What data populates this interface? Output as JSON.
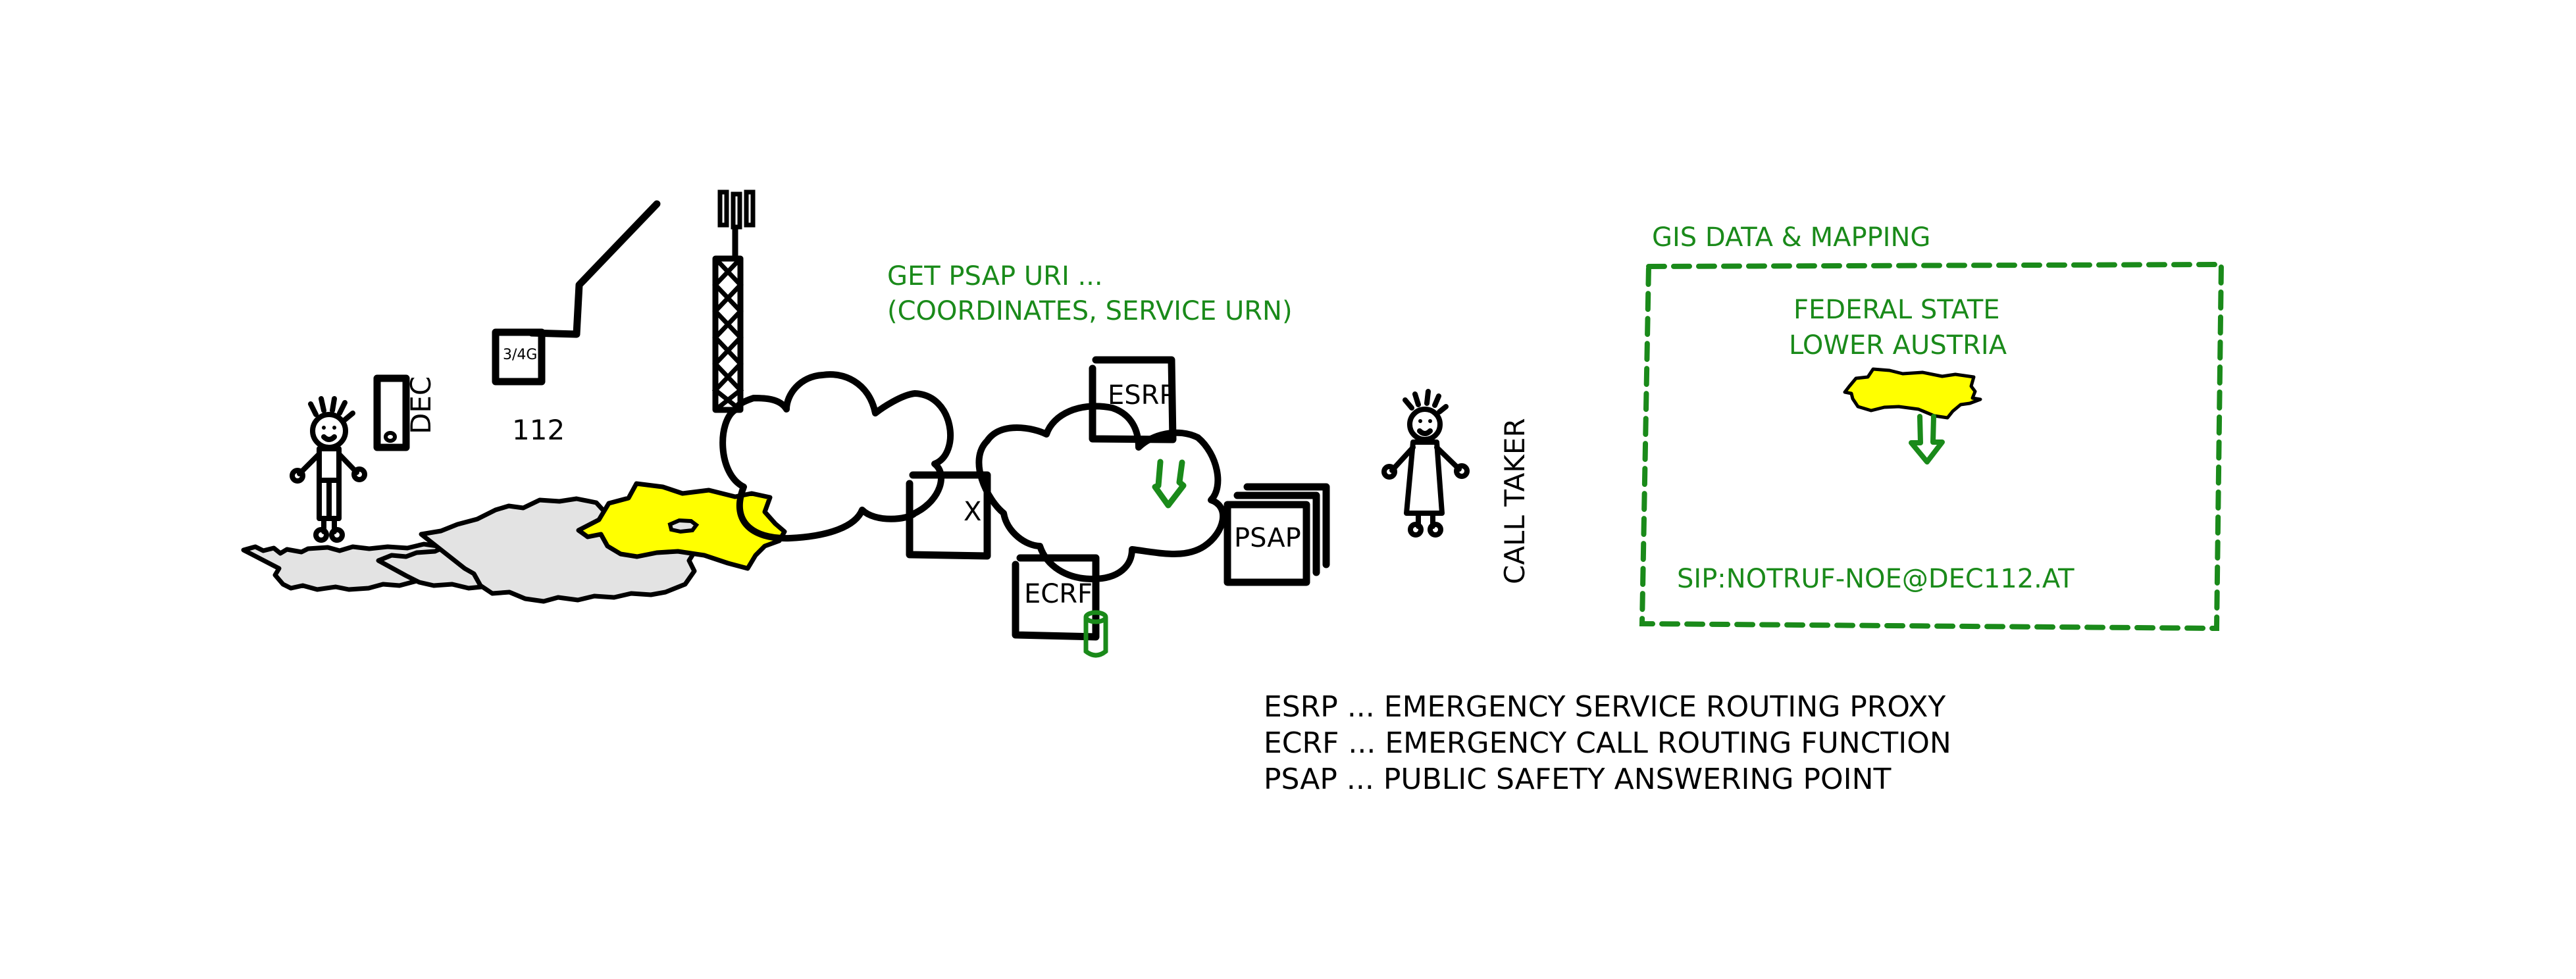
{
  "colors": {
    "ink": "#000000",
    "accent_green": "#1a8a1a",
    "highlight_yellow": "#ffff00",
    "map_gray": "#e3e3e3",
    "background": "#ffffff"
  },
  "caller": {
    "network_label": "DEC",
    "dial_number": "112",
    "radio_tech": "3/4G"
  },
  "query": {
    "line1": "GET PSAP URI ...",
    "line2": "(COORDINATES, SERVICE URN)"
  },
  "nodes": {
    "router_x": "X",
    "esrp": "ESRP",
    "psap": "PSAP",
    "ecrf": "ECRF"
  },
  "call_taker": {
    "label": "CALL TAKER"
  },
  "gis": {
    "title": "GIS DATA & MAPPING",
    "region_line1": "FEDERAL STATE",
    "region_line2": "LOWER AUSTRIA",
    "result_uri": "SIP:NOTRUF-NOE@DEC112.AT"
  },
  "legend": [
    {
      "abbr": "ESRP",
      "text": "ESRP ... EMERGENCY SERVICE ROUTING PROXY"
    },
    {
      "abbr": "ECRF",
      "text": "ECRF ... EMERGENCY CALL ROUTING FUNCTION"
    },
    {
      "abbr": "PSAP",
      "text": "PSAP ... PUBLIC SAFETY ANSWERING POINT"
    }
  ],
  "icons": {
    "caller_person": "stick-figure-icon",
    "phone": "mobile-phone-icon",
    "signal": "lightning-signal-icon",
    "tower": "cell-tower-icon",
    "cloud": "network-cloud-icon",
    "database": "database-cylinder-icon",
    "arrow": "double-down-arrow-icon",
    "map": "austria-map-icon"
  }
}
